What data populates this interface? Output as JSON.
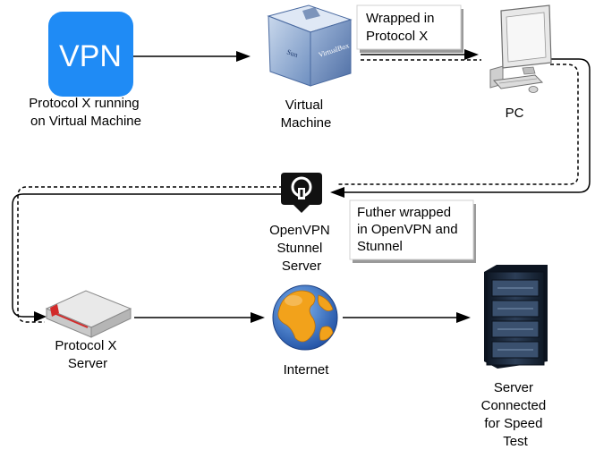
{
  "diagram": {
    "nodes": {
      "vpn_app": {
        "icon_text": "VPN",
        "label": [
          "Protocol X running",
          "on Virtual Machine"
        ]
      },
      "virtual_machine": {
        "icon_text": [
          "Sun",
          "VirtualBox"
        ],
        "label": [
          "Virtual",
          "Machine"
        ]
      },
      "pc": {
        "label": [
          "PC"
        ]
      },
      "openvpn_server": {
        "label": [
          "OpenVPN",
          "Stunnel",
          "Server"
        ]
      },
      "protocol_x_server": {
        "label": [
          "Protocol X",
          "Server"
        ]
      },
      "internet": {
        "label": [
          "Internet"
        ]
      },
      "speed_test_server": {
        "label": [
          "Server",
          "Connected",
          "for Speed",
          "Test"
        ]
      }
    },
    "notes": {
      "wrapped": [
        "Wrapped in",
        "Protocol X"
      ],
      "further_wrapped": [
        "Futher wrapped",
        "in OpenVPN and",
        "Stunnel"
      ]
    }
  },
  "colors": {
    "vpn_blue": "#1f8bf5",
    "arrow": "#000000",
    "internet_blue": "#2f63b8",
    "internet_orange": "#f2a21b",
    "server_rack": "#1c2a3c"
  }
}
